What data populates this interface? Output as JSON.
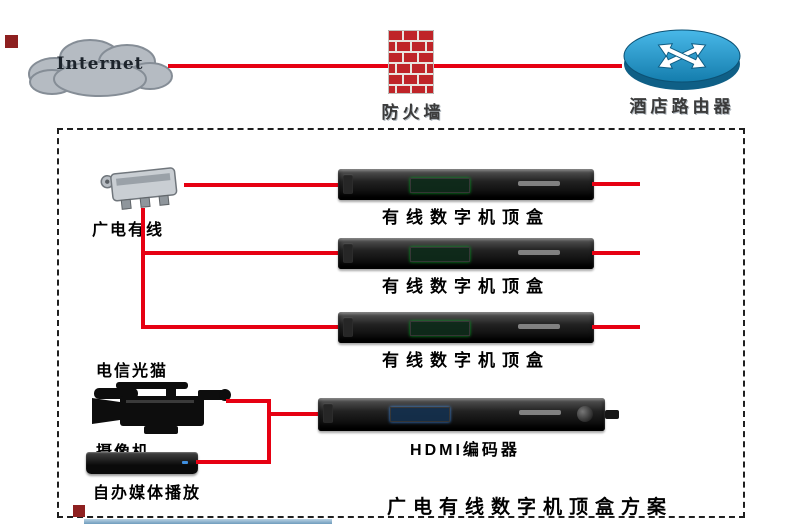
{
  "cloud": {
    "label": "Internet"
  },
  "firewall": {
    "label": "防火墙"
  },
  "router": {
    "label": "酒店路由器"
  },
  "lan": {
    "splitter_label": "广电有线",
    "stb_labels": [
      "有线数字机顶盒",
      "有线数字机顶盒",
      "有线数字机顶盒"
    ],
    "modem_label": "电信光猫",
    "camera_label": "摄像机",
    "media_label": "自办媒体播放",
    "encoder_label": "HDMI编码器",
    "caption": "广电有线数字机顶盒方案"
  },
  "colors": {
    "connection_line": "#e60012",
    "brick_red": "#bf2428",
    "router_fill": "#2fa5d8",
    "cloud_fill": "#b5bbc2"
  }
}
